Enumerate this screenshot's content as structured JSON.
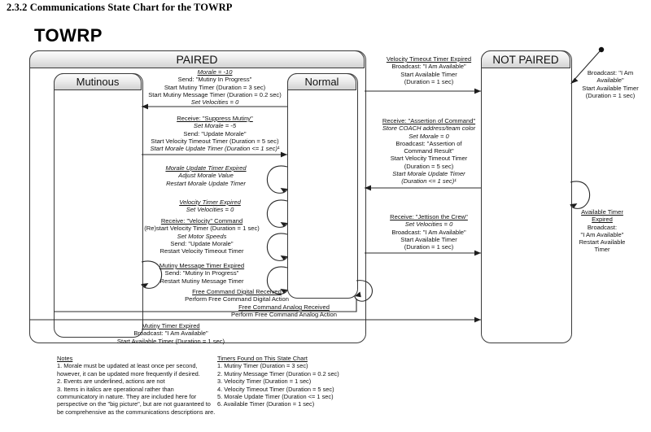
{
  "document": {
    "section_heading": "2.3.2 Communications State Chart for the TOWRP",
    "chart_title": "TOWRP"
  },
  "states": {
    "paired": "PAIRED",
    "mutinous": "Mutinous",
    "normal": "Normal",
    "not_paired": "NOT PAIRED"
  },
  "transitions": {
    "to_mutinous": {
      "event": "Morale = -10",
      "actions": "Send: \"Mutiny In Progress\"\nStart Mutiny Timer (Duration = 3 sec)\nStart Mutiny Message Timer (Duration = 0.2 sec)",
      "italic_action": "Set Velocities = 0"
    },
    "suppress_mutiny": {
      "event": "Receive: \"Suppress Mutiny\"",
      "line1_it": "Set Morale = -5",
      "line2": "Send: \"Update Morale\"",
      "line3": "Start Velocity Timeout Timer (Duration = 5 sec)",
      "line4_it": "Start Morale Update Timer (Duration <= 1 sec)¹"
    },
    "morale_update_loop": {
      "event": "Morale Update Timer Expired",
      "actions": "Adjust Morale Value\nRestart Morale Update Timer"
    },
    "velocity_timer_loop": {
      "event": "Velocity Timer Expired",
      "actions": "Set Velocities = 0"
    },
    "velocity_command_loop": {
      "event": "Receive: \"Velocity\" Command",
      "line1": "(Re)start Velocity Timer (Duration = 1 sec)",
      "line2_it": "Set Motor Speeds",
      "line3": "Send: \"Update Morale\"",
      "line4": "Restart Velocity Timeout Timer"
    },
    "mutiny_message_loop": {
      "event": "Mutiny Message Timer Expired",
      "actions": "Send: \"Mutiny In Progress\"\nRestart Mutiny Message Timer"
    },
    "free_digital_loop": {
      "event": "Free Command Digital Received",
      "actions": "Perform Free Command Digital Action"
    },
    "free_analog_loop": {
      "event": "Free Command Analog Received",
      "actions": "Perform Free Command Analog Action"
    },
    "mutiny_timer_expired": {
      "event": "Mutiny Timer Expired",
      "actions": "Broadcast: \"I Am Available\"\nStart Available Timer (Duration = 1 sec)"
    },
    "velocity_timeout_expired": {
      "event": "Velocity Timeout Timer Expired",
      "actions": "Broadcast: \"I Am Available\"\nStart Available Timer\n(Duration = 1 sec)"
    },
    "assertion_of_command": {
      "event": "Receive: \"Assertion of Command\"",
      "line1_it": "Store COACH address/team color",
      "line2_it": "Set Morale = 0",
      "line3": "Broadcast: \"Assertion of",
      "line4": "Command Result\"",
      "line5": "Start Velocity Timeout Timer",
      "line6": "(Duration = 5 sec)",
      "line7_it": "Start Morale Update Timer",
      "line8_it": "(Duration <= 1 sec)¹"
    },
    "jettison_the_crew": {
      "event": "Receive: \"Jettison the Crew\"",
      "line1_it": "Set Velocities = 0",
      "line2": "Broadcast: \"I Am Available\"",
      "line3": "Start Available Timer",
      "line4": "(Duration = 1 sec)"
    },
    "initial_entry": {
      "actions": "Broadcast: \"I Am\nAvailable\"\nStart Available Timer\n(Duration = 1 sec)"
    },
    "available_timer_expired": {
      "event": "Available Timer\nExpired",
      "actions": "Broadcast:\n\"I Am Available\"\nRestart Available\nTimer"
    }
  },
  "notes": {
    "title": "Notes",
    "items": [
      "1. Morale must be updated at least once per second, however, it can be updated more frequently if desired.",
      "2. Events are underlined, actions are not",
      "3. Items in italics are operational rather than communicatory in nature.  They are included here for perspective on the \"big picture\", but are not guaranteed to be comprehensive as the communications descriptions are."
    ]
  },
  "timers": {
    "title": "Timers Found on This State Chart",
    "items": [
      "1. Mutiny Timer (Duration = 3 sec)",
      "2. Mutiny Message Timer (Duration = 0.2 sec)",
      "3. Velocity Timer (Duration = 1 sec)",
      "4. Velocity Timeout Timer (Duration = 5 sec)",
      "5. Morale Update Timer (Duration <= 1 sec)",
      "6. Available Timer (Duration = 1 sec)"
    ]
  }
}
